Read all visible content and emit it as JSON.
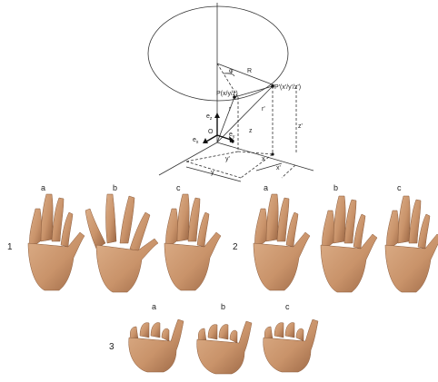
{
  "diagram": {
    "label_R": "R",
    "label_P": "P(x/y/z)",
    "label_P_prime": "P'(x'/y'/z')",
    "label_O": "O",
    "label_r": "r",
    "label_r_prime": "r'",
    "label_z": "z",
    "label_z_prime": "z'",
    "label_y": "y",
    "label_y_prime": "y'",
    "label_x": "x",
    "label_x_prime": "x'",
    "label_ez": "e",
    "label_ez_sub": "z",
    "label_ey": "e",
    "label_ey_sub": "y",
    "label_ex": "e",
    "label_ex_sub": "x",
    "label_angle": "φ"
  },
  "rows": [
    {
      "label": "1",
      "panels": [
        "a",
        "b",
        "c"
      ]
    },
    {
      "label": "2",
      "panels": [
        "a",
        "b",
        "c"
      ]
    },
    {
      "label": "3",
      "panels": [
        "a",
        "b",
        "c"
      ]
    }
  ],
  "colors": {
    "skin": "#c9936a",
    "skin_shadow": "#9a6644",
    "skin_light": "#dcae88",
    "line": "#333333"
  }
}
